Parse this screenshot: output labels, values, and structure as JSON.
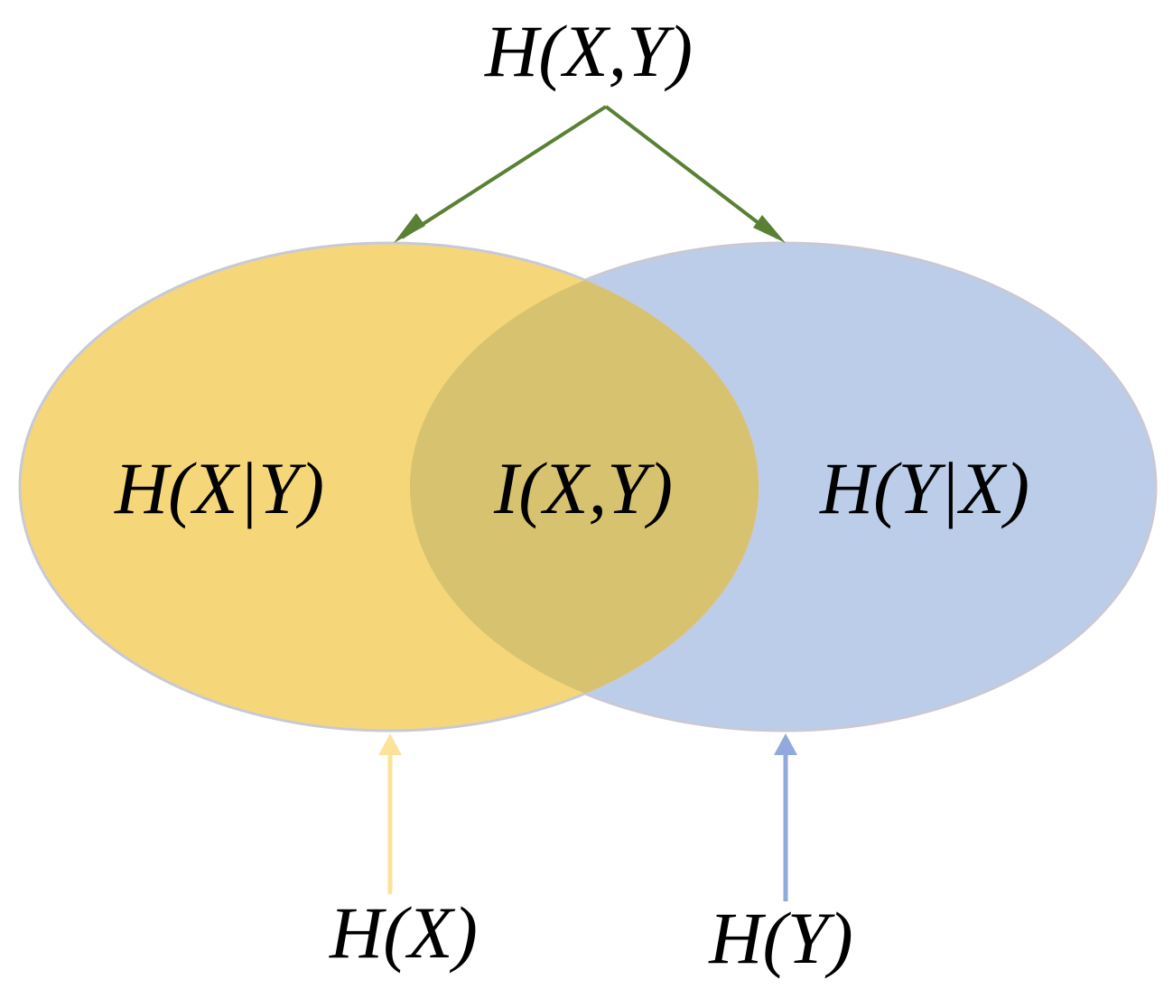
{
  "labels": {
    "joint": "H(X,Y)",
    "cond_x_given_y": "H(X|Y)",
    "mutual": "I(X,Y)",
    "cond_y_given_x": "H(Y|X)",
    "entropy_x": "H(X)",
    "entropy_y": "H(Y)"
  },
  "colors": {
    "set_x_fill": "#f5d77a",
    "set_y_fill": "#bccde9",
    "overlap_fill": "#d7c26f",
    "outline": "#c9c9d6",
    "joint_arrow": "#5a8034",
    "arrow_x": "#fbe49a",
    "arrow_y": "#91a9dc"
  }
}
